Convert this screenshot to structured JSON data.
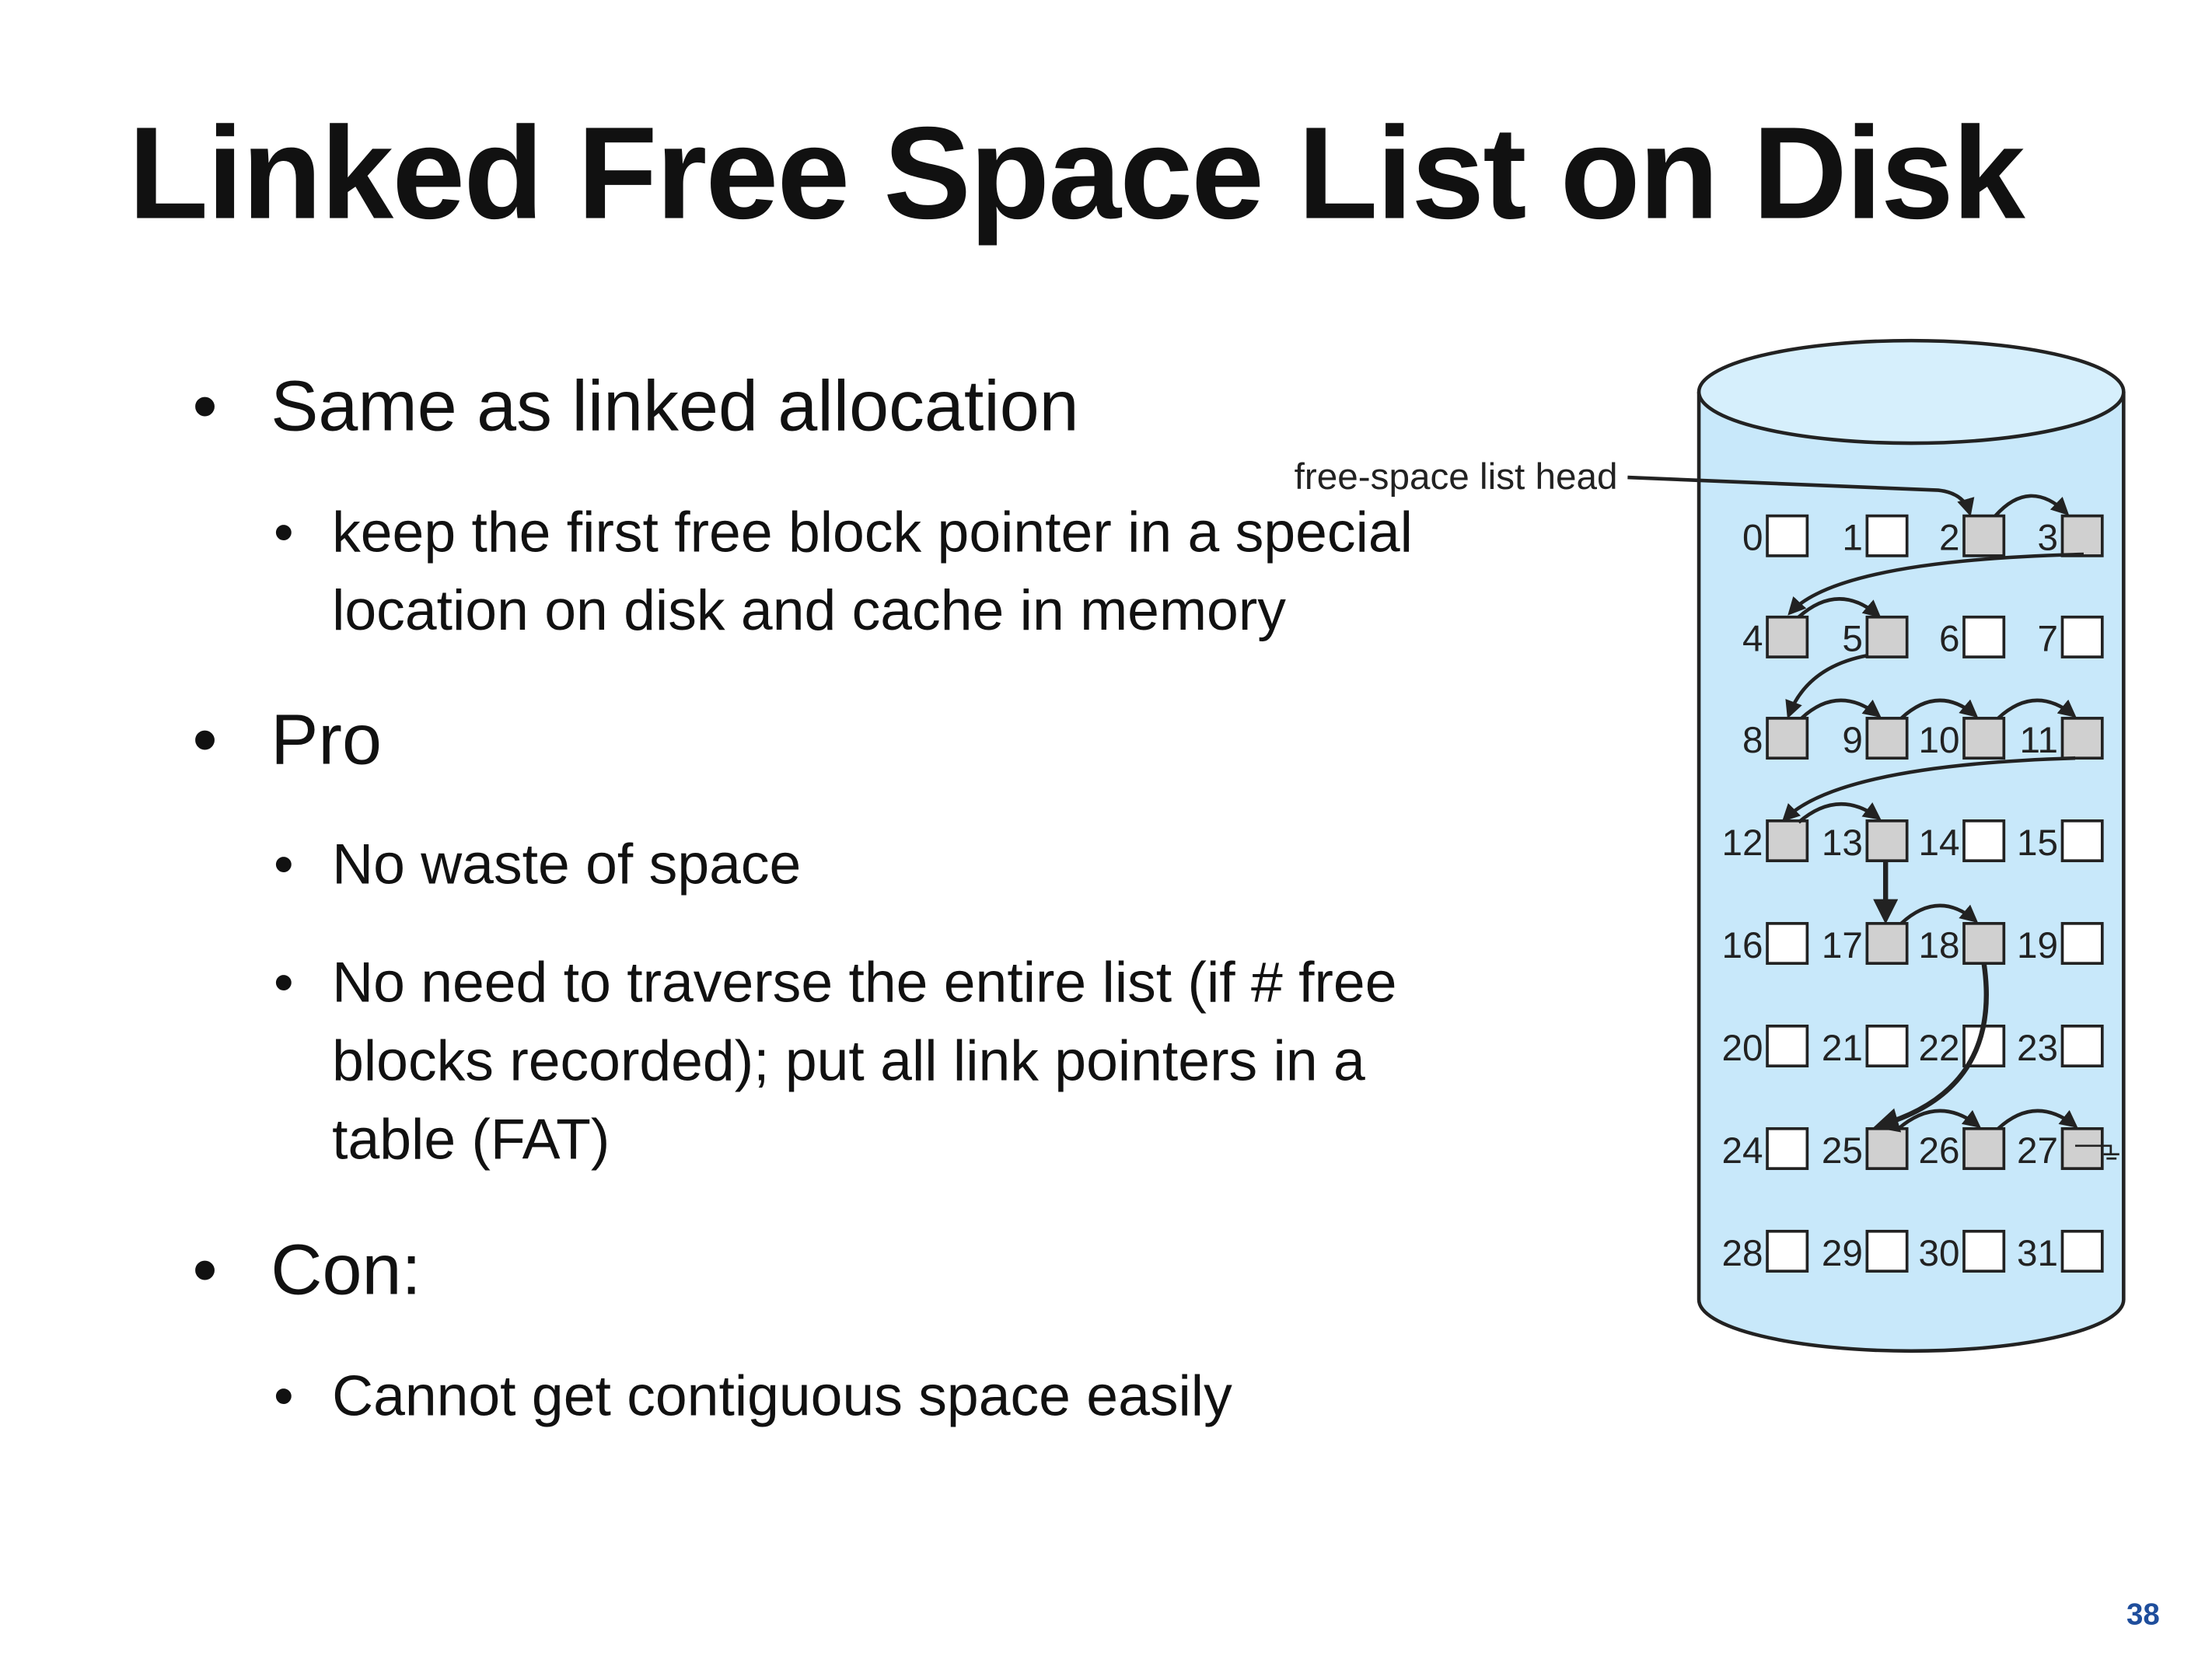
{
  "title": "Linked Free Space List on Disk",
  "bullets": [
    {
      "text": "Same as linked allocation",
      "sub": [
        {
          "lines": [
            "keep the first free block pointer in a special",
            "location on disk and cache in memory"
          ]
        }
      ]
    },
    {
      "text": "Pro",
      "sub": [
        {
          "lines": [
            "No waste of space"
          ]
        },
        {
          "lines": [
            "No need to traverse the entire list (if # free",
            "blocks recorded); put all link pointers in a",
            "table (FAT)"
          ]
        }
      ]
    },
    {
      "text": "Con:",
      "sub": [
        {
          "lines": [
            "Cannot get contiguous space easily"
          ]
        }
      ]
    }
  ],
  "diagram": {
    "head_label": "free-space list head",
    "blocks": 32,
    "free_blocks": [
      2,
      3,
      4,
      5,
      8,
      9,
      10,
      11,
      12,
      13,
      17,
      18,
      25,
      26,
      27
    ],
    "free_list_order": [
      2,
      3,
      4,
      5,
      8,
      9,
      10,
      11,
      12,
      13,
      17,
      18,
      25,
      26,
      27
    ],
    "colors": {
      "disk": "#c8e8fa",
      "free": "#d0d0d0",
      "used": "#ffffff"
    }
  },
  "page_number": "38"
}
